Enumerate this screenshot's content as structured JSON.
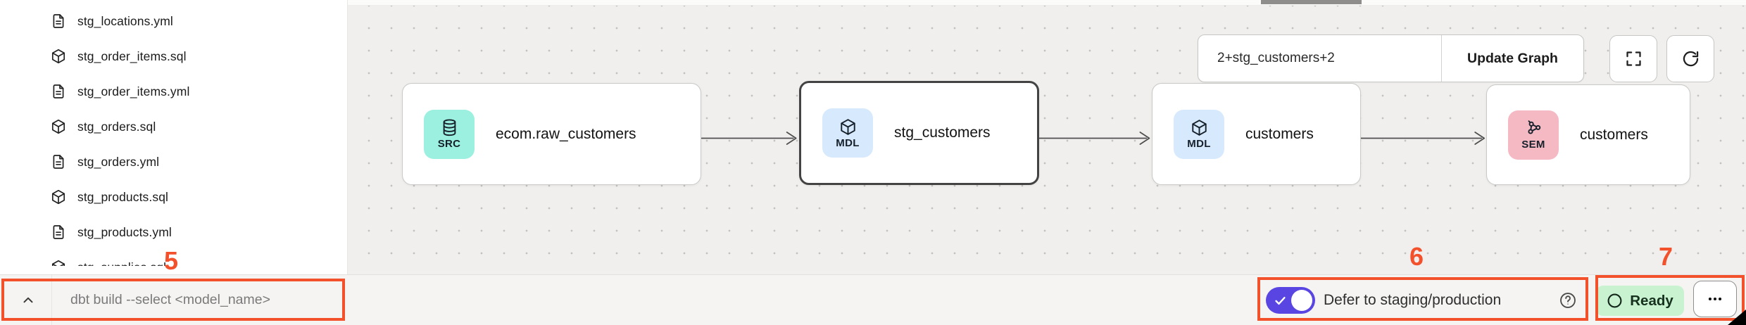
{
  "sidebar": {
    "files": [
      {
        "name": "stg_locations.yml",
        "icon": "file-doc-icon"
      },
      {
        "name": "stg_order_items.sql",
        "icon": "cube-icon"
      },
      {
        "name": "stg_order_items.yml",
        "icon": "file-doc-icon"
      },
      {
        "name": "stg_orders.sql",
        "icon": "cube-icon"
      },
      {
        "name": "stg_orders.yml",
        "icon": "file-doc-icon"
      },
      {
        "name": "stg_products.sql",
        "icon": "cube-icon"
      },
      {
        "name": "stg_products.yml",
        "icon": "file-doc-icon"
      },
      {
        "name": "stg_supplies.sql",
        "icon": "cube-icon"
      }
    ]
  },
  "lineage": {
    "selector": {
      "value": "2+stg_customers+2",
      "update_label": "Update Graph"
    },
    "nodes": [
      {
        "badge": "SRC",
        "label": "ecom.raw_customers",
        "type": "source",
        "selected": false
      },
      {
        "badge": "MDL",
        "label": "stg_customers",
        "type": "model",
        "selected": true
      },
      {
        "badge": "MDL",
        "label": "customers",
        "type": "model",
        "selected": false
      },
      {
        "badge": "SEM",
        "label": "customers",
        "type": "semantic",
        "selected": false
      }
    ]
  },
  "bottom_bar": {
    "command_placeholder": "dbt build --select <model_name>",
    "defer_toggle_label": "Defer to staging/production",
    "defer_toggle_on": true,
    "status_label": "Ready"
  },
  "annotations": {
    "command_bar": "5",
    "defer_toggle": "6",
    "status": "7"
  },
  "colors": {
    "source_badge": "#9cf0df",
    "model_badge": "#d7e9fc",
    "semantic_badge": "#f5b9c4",
    "toggle_on": "#5946e2",
    "ready_badge_bg": "#c9f2d1",
    "annotation_red": "#f3502c",
    "canvas_bg": "#f0efed"
  }
}
